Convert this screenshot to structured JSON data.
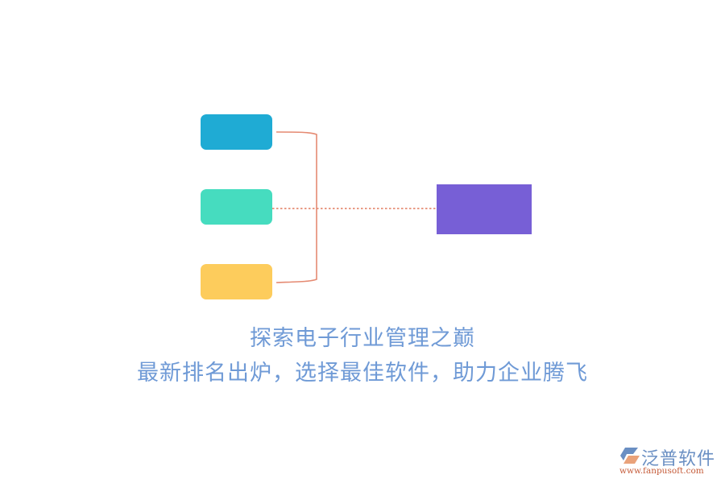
{
  "diagram": {
    "nodes": [
      {
        "id": "box-blue",
        "color": "#1fabd4",
        "label": ""
      },
      {
        "id": "box-teal",
        "color": "#46dcbf",
        "label": ""
      },
      {
        "id": "box-yellow",
        "color": "#fdcc5c",
        "label": ""
      },
      {
        "id": "box-purple",
        "color": "#775fd6",
        "label": ""
      }
    ],
    "connector_color": "#e58a72"
  },
  "caption": {
    "line1": "探索电子行业管理之巅",
    "line2": "最新排名出炉，选择最佳软件，助力企业腾飞",
    "color": "#6f9ad6"
  },
  "watermark": {
    "brand": "泛普软件",
    "url": "www.fanpusoft.com"
  }
}
